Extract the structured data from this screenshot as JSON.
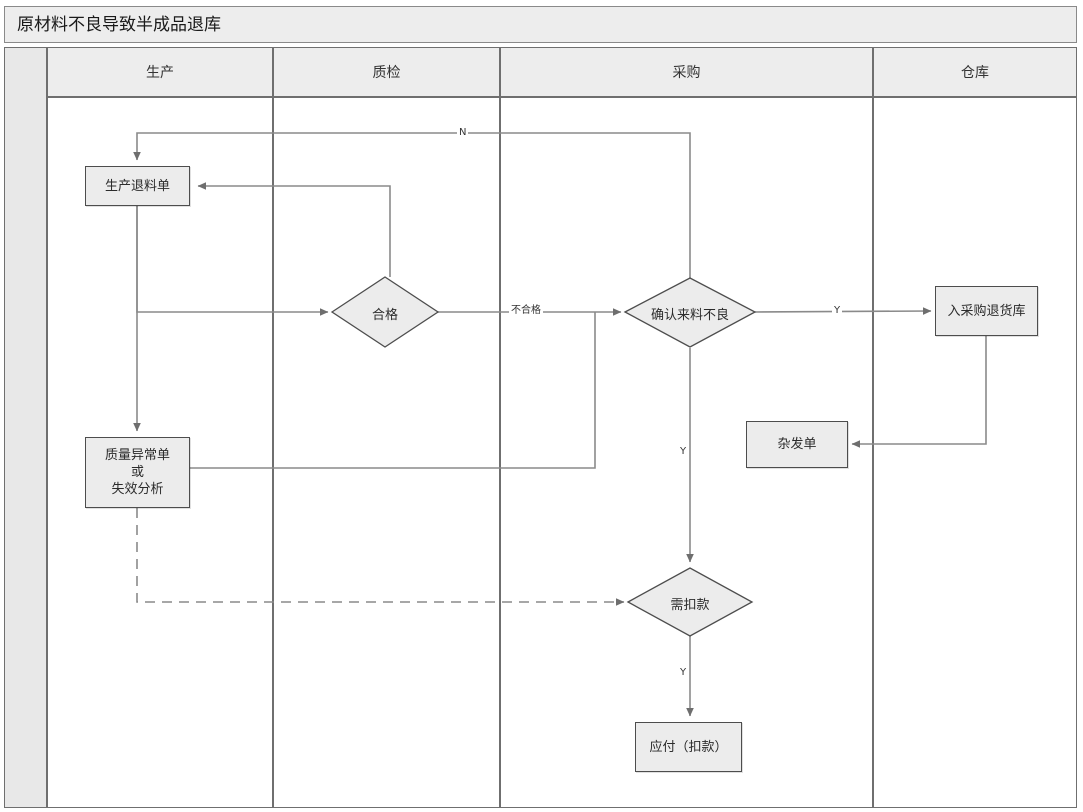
{
  "document": {
    "title": "原材料不良导致半成品退库",
    "type": "swimlane-flowchart"
  },
  "lanes": [
    {
      "id": "production",
      "label": "生产"
    },
    {
      "id": "qc",
      "label": "质检"
    },
    {
      "id": "purchasing",
      "label": "采购"
    },
    {
      "id": "warehouse",
      "label": "仓库"
    }
  ],
  "nodes": {
    "return_material_order": {
      "label": "生产退料单",
      "shape": "process",
      "lane": "production"
    },
    "qualified": {
      "label": "合格",
      "shape": "decision",
      "lane": "qc"
    },
    "quality_abnormal": {
      "label": "质量异常单\n或\n失效分析",
      "line1": "质量异常单",
      "line2": "或",
      "line3": "失效分析",
      "shape": "process",
      "lane": "production"
    },
    "confirm_defect": {
      "label": "确认来料不良",
      "shape": "decision",
      "lane": "purchasing"
    },
    "misc_issue_order": {
      "label": "杂发单",
      "shape": "process",
      "lane": "purchasing"
    },
    "need_deduction": {
      "label": "需扣款",
      "shape": "decision",
      "lane": "purchasing"
    },
    "payable_deduction": {
      "label": "应付（扣款）",
      "shape": "process",
      "lane": "purchasing"
    },
    "purchase_return_stock": {
      "label": "入采购退货库",
      "shape": "process",
      "lane": "warehouse"
    }
  },
  "edge_labels": {
    "n_loop": "N",
    "unqualified": "不合格",
    "confirm_yes": "Y",
    "deduct_branch_yes": "Y",
    "need_deduction_yes": "Y"
  },
  "colors": {
    "node_fill": "#ececec",
    "node_stroke": "#4d4d4d",
    "lane_header_fill": "#ededed",
    "lane_stroke": "#6f6f6f",
    "connector": "#808080",
    "page_bg": "#ffffff",
    "text": "#2b2b2b"
  },
  "chart_data": {
    "type": "diagram",
    "title": "原材料不良导致半成品退库",
    "lanes": [
      "生产",
      "质检",
      "采购",
      "仓库"
    ],
    "steps": [
      {
        "id": "return_material_order",
        "label": "生产退料单",
        "lane": "生产",
        "shape": "process"
      },
      {
        "id": "qualified",
        "label": "合格",
        "lane": "质检",
        "shape": "decision"
      },
      {
        "id": "quality_abnormal",
        "label": "质量异常单 或 失效分析",
        "lane": "生产",
        "shape": "process"
      },
      {
        "id": "confirm_defect",
        "label": "确认来料不良",
        "lane": "采购",
        "shape": "decision"
      },
      {
        "id": "purchase_return_stock",
        "label": "入采购退货库",
        "lane": "仓库",
        "shape": "process"
      },
      {
        "id": "misc_issue_order",
        "label": "杂发单",
        "lane": "采购",
        "shape": "process"
      },
      {
        "id": "need_deduction",
        "label": "需扣款",
        "lane": "采购",
        "shape": "decision"
      },
      {
        "id": "payable_deduction",
        "label": "应付（扣款）",
        "lane": "采购",
        "shape": "process"
      }
    ],
    "edges": [
      {
        "from": "confirm_defect",
        "to": "return_material_order",
        "label": "N"
      },
      {
        "from": "return_material_order",
        "to": "qualified",
        "label": ""
      },
      {
        "from": "qualified",
        "to": "return_material_order",
        "label": ""
      },
      {
        "from": "qualified",
        "to": "confirm_defect",
        "label": "不合格"
      },
      {
        "from": "confirm_defect",
        "to": "purchase_return_stock",
        "label": "Y"
      },
      {
        "from": "purchase_return_stock",
        "to": "misc_issue_order",
        "label": ""
      },
      {
        "from": "return_material_order",
        "to": "quality_abnormal",
        "label": ""
      },
      {
        "from": "quality_abnormal",
        "to": "confirm_defect",
        "label": ""
      },
      {
        "from": "quality_abnormal",
        "to": "need_deduction",
        "label": "",
        "style": "dashed"
      },
      {
        "from": "confirm_defect",
        "to": "need_deduction",
        "label": "Y"
      },
      {
        "from": "need_deduction",
        "to": "payable_deduction",
        "label": "Y"
      }
    ]
  }
}
